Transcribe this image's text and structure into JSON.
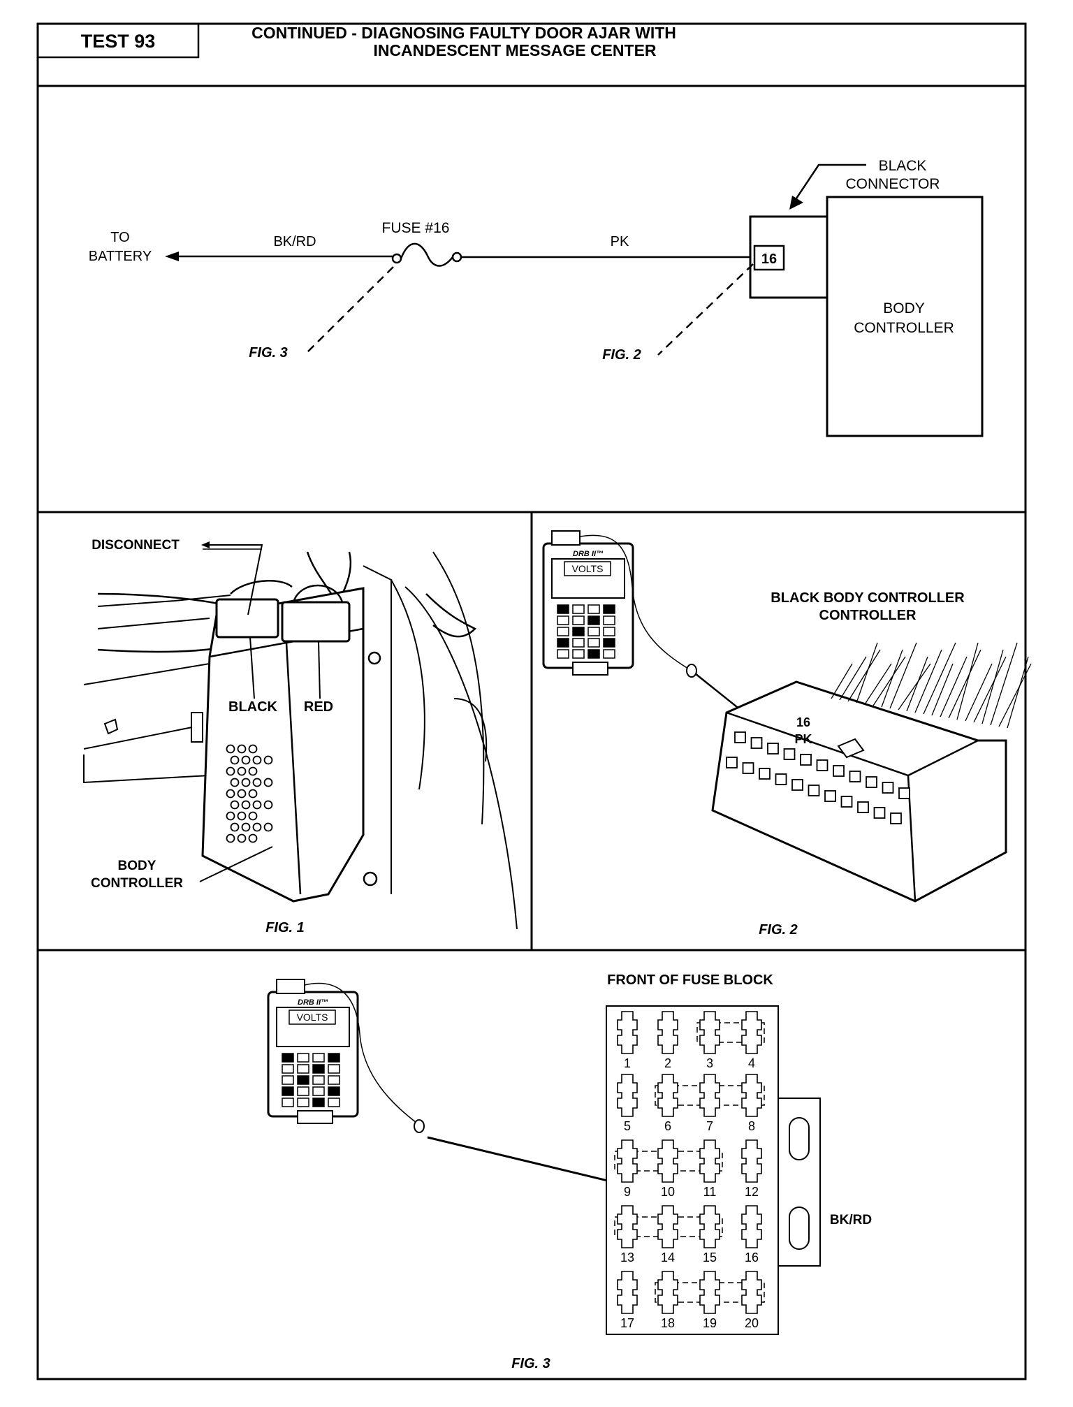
{
  "header": {
    "test_label": "TEST 93",
    "title_line1": "CONTINUED - DIAGNOSING FAULTY DOOR AJAR WITH",
    "title_line2": "INCANDESCENT MESSAGE CENTER"
  },
  "schematic": {
    "to_battery_line1": "TO",
    "to_battery_line2": "BATTERY",
    "wire_left": "BK/RD",
    "fuse_label": "FUSE #16",
    "wire_right": "PK",
    "connector_callout_line1": "BLACK",
    "connector_callout_line2": "CONNECTOR",
    "pin_number": "16",
    "controller_line1": "BODY",
    "controller_line2": "CONTROLLER",
    "fig_ref_left": "FIG. 3",
    "fig_ref_right": "FIG. 2"
  },
  "fig1": {
    "disconnect_label": "DISCONNECT",
    "black_label": "BLACK",
    "red_label": "RED",
    "body_controller_line1": "BODY",
    "body_controller_line2": "CONTROLLER",
    "caption": "FIG. 1"
  },
  "fig2": {
    "title_line1": "BLACK BODY CONTROLLER",
    "title_line2": "CONTROLLER",
    "pin_label": "16",
    "wire_label": "PK",
    "meter_brand": "DRB II™",
    "meter_mode": "VOLTS",
    "caption": "FIG. 2"
  },
  "fig3": {
    "title": "FRONT OF FUSE BLOCK",
    "fuse_numbers": [
      "1",
      "2",
      "3",
      "4",
      "5",
      "6",
      "7",
      "8",
      "9",
      "10",
      "11",
      "12",
      "13",
      "14",
      "15",
      "16",
      "17",
      "18",
      "19",
      "20"
    ],
    "wire_label": "BK/RD",
    "meter_brand": "DRB II™",
    "meter_mode": "VOLTS",
    "caption": "FIG. 3"
  }
}
